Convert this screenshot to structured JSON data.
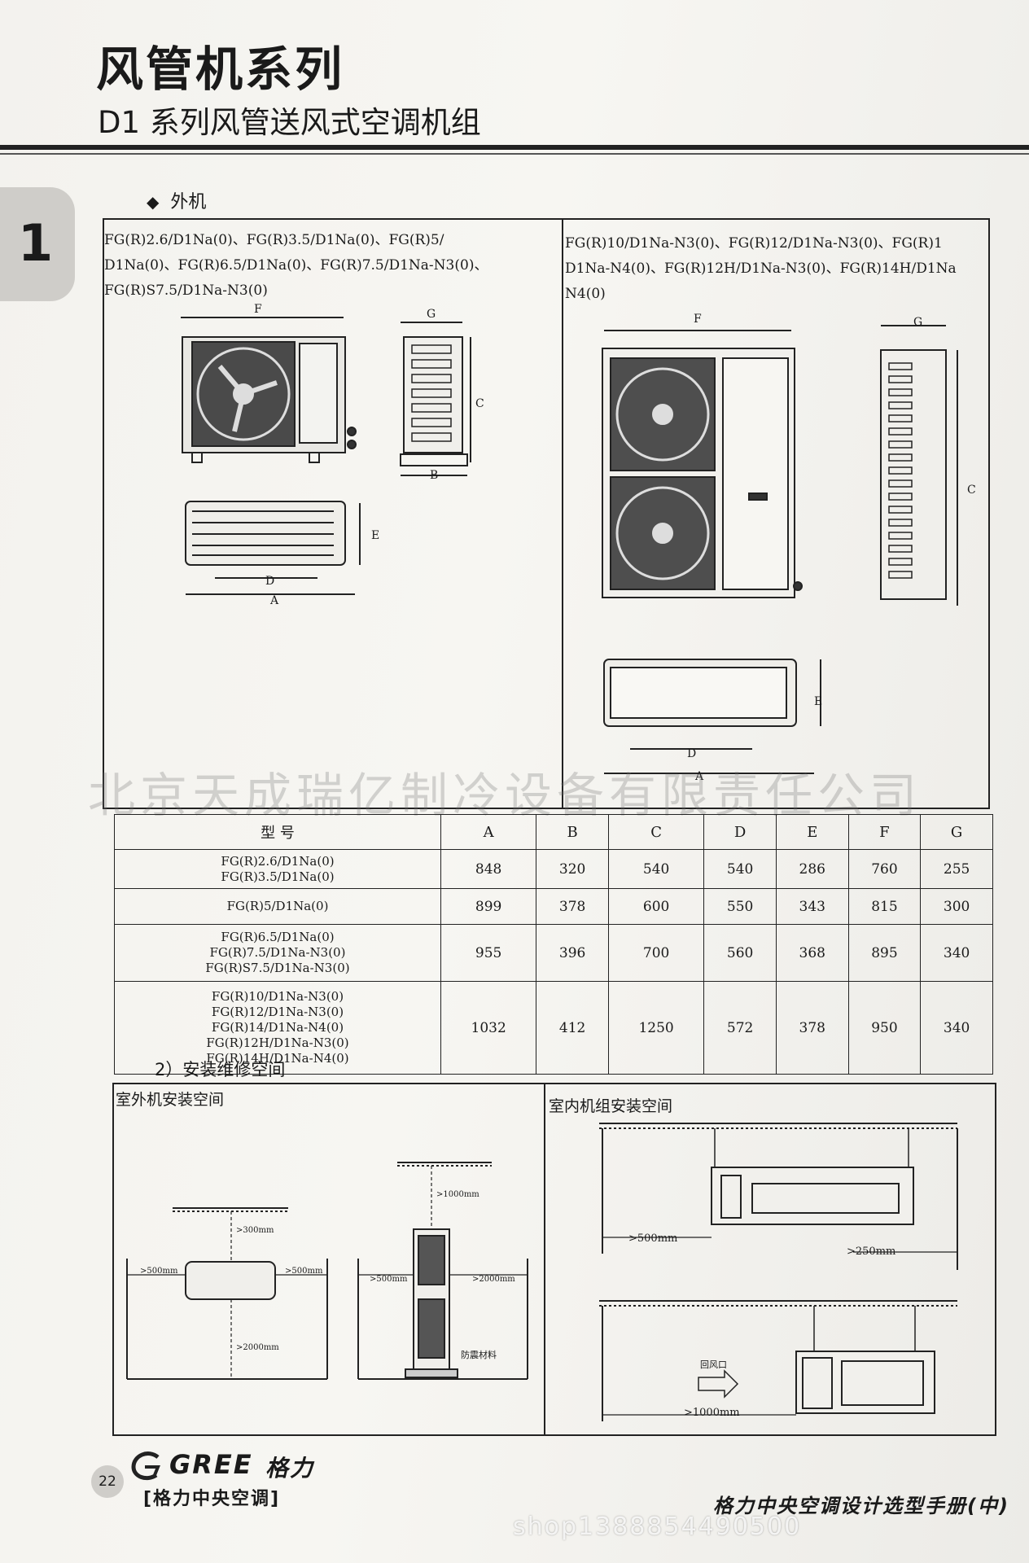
{
  "header": {
    "title": "风管机系列",
    "subtitle": "D1 系列风管送风式空调机组",
    "chapter": "1"
  },
  "section": {
    "label": "外机"
  },
  "outdoor_left": {
    "models_line1": "FG(R)2.6/D1Na(0)、FG(R)3.5/D1Na(0)、FG(R)5/",
    "models_line2": "D1Na(0)、FG(R)6.5/D1Na(0)、FG(R)7.5/D1Na-N3(0)、",
    "models_line3": "FG(R)S7.5/D1Na-N3(0)",
    "dims": {
      "F": "F",
      "G": "G",
      "C": "C",
      "B": "B",
      "E": "E",
      "D": "D",
      "A": "A"
    }
  },
  "outdoor_right": {
    "models_line1": "FG(R)10/D1Na-N3(0)、FG(R)12/D1Na-N3(0)、FG(R)1",
    "models_line2": "D1Na-N4(0)、FG(R)12H/D1Na-N3(0)、FG(R)14H/D1Na",
    "models_line3": "N4(0)",
    "dims": {
      "F": "F",
      "G": "G",
      "C": "C",
      "E": "E",
      "D": "D",
      "A": "A"
    }
  },
  "spec_table": {
    "header": [
      "型 号",
      "A",
      "B",
      "C",
      "D",
      "E",
      "F",
      "G"
    ],
    "rows": [
      {
        "models": [
          "FG(R)2.6/D1Na(0)",
          "FG(R)3.5/D1Na(0)"
        ],
        "values": [
          "848",
          "320",
          "540",
          "540",
          "286",
          "760",
          "255"
        ]
      },
      {
        "models": [
          "FG(R)5/D1Na(0)"
        ],
        "values": [
          "899",
          "378",
          "600",
          "550",
          "343",
          "815",
          "300"
        ]
      },
      {
        "models": [
          "FG(R)6.5/D1Na(0)",
          "FG(R)7.5/D1Na-N3(0)",
          "FG(R)S7.5/D1Na-N3(0)"
        ],
        "values": [
          "955",
          "396",
          "700",
          "560",
          "368",
          "895",
          "340"
        ]
      },
      {
        "models": [
          "FG(R)10/D1Na-N3(0)",
          "FG(R)12/D1Na-N3(0)",
          "FG(R)14/D1Na-N4(0)",
          "FG(R)12H/D1Na-N3(0)",
          "FG(R)14H/D1Na-N4(0)"
        ],
        "values": [
          "1032",
          "412",
          "1250",
          "572",
          "378",
          "950",
          "340"
        ]
      }
    ]
  },
  "install": {
    "label": "2）安装维修空间",
    "outdoor_title": "室外机安装空间",
    "indoor_title": "室内机组安装空间",
    "outdoor_dims": {
      "left1": ">500mm",
      "right1": ">500mm",
      "top1": ">300mm",
      "bottom1": ">2000mm",
      "left2": ">500mm",
      "right2": ">2000mm",
      "top2": ">1000mm",
      "floor": "防震材料"
    },
    "indoor_dims": {
      "left": ">500mm",
      "right": ">250mm",
      "outlet": "回风口",
      "bottom": ">1000mm"
    }
  },
  "watermark": "北京天成瑞亿制冷设备有限责任公司",
  "footer": {
    "page": "22",
    "brand_en": "GREE",
    "brand_cn": "格力",
    "brand_sub": "[格力中央空调]",
    "manual_title": "格力中央空调设计选型手册(中)",
    "watermark": "shop1388854490500"
  }
}
